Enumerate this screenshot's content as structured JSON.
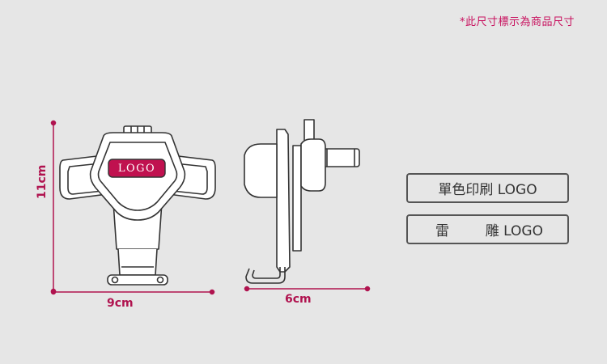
{
  "note": "*此尺寸標示為商品尺寸",
  "dimensions": {
    "width": "9cm",
    "height": "11cm",
    "depth": "6cm"
  },
  "logo_label": "LOGO",
  "options": [
    {
      "label": "單色印刷 LOGO"
    },
    {
      "label_left": "雷",
      "label_right": "雕 LOGO"
    }
  ],
  "colors": {
    "accent": "#c8105e",
    "dimension_line": "#b0134f",
    "logo_fill": "#c0114f"
  }
}
